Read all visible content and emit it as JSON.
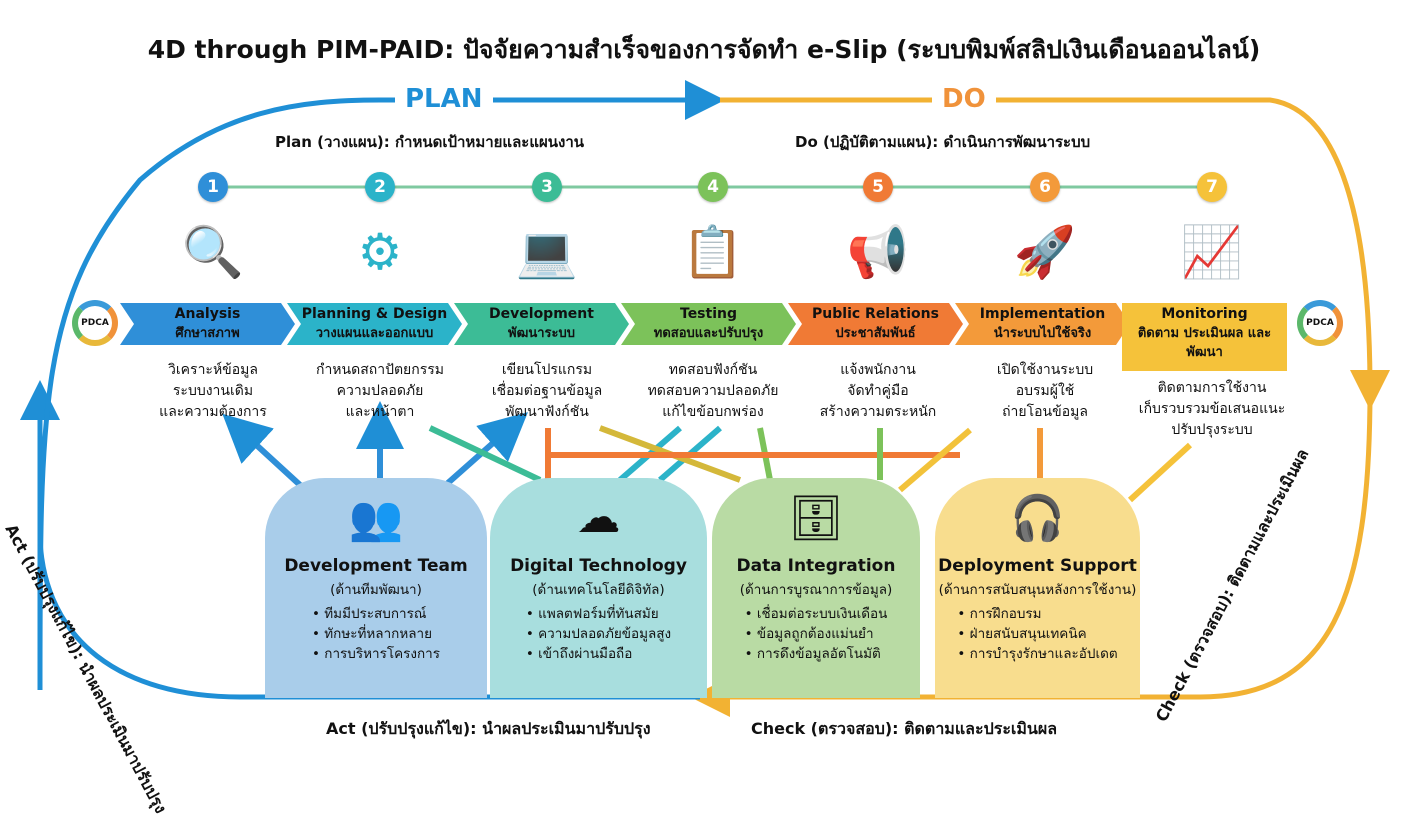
{
  "title": "4D through PIM-PAID: ปัจจัยความสำเร็จของการจัดทำ e-Slip (ระบบพิมพ์สลิปเงินเดือนออนไลน์)",
  "phases": {
    "plan": {
      "label": "PLAN",
      "subtitle": "Plan (วางแผน): กำหนดเป้าหมายและแผนงาน",
      "color": "#1f8fd6"
    },
    "do": {
      "label": "DO",
      "subtitle": "Do (ปฏิบัติตามแผน): ดำเนินการพัฒนาระบบ",
      "color": "#f0a030"
    },
    "act": {
      "label": "Act (ปรับปรุงแก้ไข): นำผลประเมินมาปรับปรุง"
    },
    "check": {
      "label": "Check (ตรวจสอบ): ติดตามและประเมินผล"
    }
  },
  "pdca_badge": "PDCA",
  "steps": [
    {
      "num": "1",
      "en": "Analysis",
      "th": "ศึกษาสภาพ",
      "desc": [
        "วิเคราะห์ข้อมูล",
        "ระบบงานเดิม",
        "และความต้องการ"
      ],
      "color": "#2f8fd8",
      "icon": "analysis-magnifier-icon"
    },
    {
      "num": "2",
      "en": "Planning & Design",
      "th": "วางแผนและออกแบบ",
      "desc": [
        "กำหนดสถาปัตยกรรม",
        "ความปลอดภัย",
        "และหน้าตา"
      ],
      "color": "#2bb3c9",
      "icon": "blueprint-gears-icon"
    },
    {
      "num": "3",
      "en": "Development",
      "th": "พัฒนาระบบ",
      "desc": [
        "เขียนโปรแกรม",
        "เชื่อมต่อฐานข้อมูล",
        "พัฒนาฟังก์ชัน"
      ],
      "color": "#3cbc96",
      "icon": "laptop-code-icon"
    },
    {
      "num": "4",
      "en": "Testing",
      "th": "ทดสอบและปรับปรุง",
      "desc": [
        "ทดสอบฟังก์ชัน",
        "ทดสอบความปลอดภัย",
        "แก้ไขข้อบกพร่อง"
      ],
      "color": "#7cc25a",
      "icon": "checklist-monitor-icon"
    },
    {
      "num": "5",
      "en": "Public Relations",
      "th": "ประชาสัมพันธ์",
      "desc": [
        "แจ้งพนักงาน",
        "จัดทำคู่มือ",
        "สร้างความตระหนัก"
      ],
      "color": "#f07a35",
      "icon": "megaphone-icon"
    },
    {
      "num": "6",
      "en": "Implementation",
      "th": "นำระบบไปใช้จริง",
      "desc": [
        "เปิดใช้งานระบบ",
        "อบรมผู้ใช้",
        "ถ่ายโอนข้อมูล"
      ],
      "color": "#f39a3a",
      "icon": "rocket-launch-icon"
    },
    {
      "num": "7",
      "en": "Monitoring",
      "th": "ติดตาม ประเมินผล และพัฒนา",
      "desc": [
        "ติดตามการใช้งาน",
        "เก็บรวบรวมข้อเสนอแนะ",
        "ปรับปรุงระบบ"
      ],
      "color": "#f5c23a",
      "icon": "dashboard-chart-icon"
    }
  ],
  "factors": [
    {
      "title": "Development Team",
      "subtitle": "(ด้านทีมพัฒนา)",
      "items": [
        "ทีมมีประสบการณ์",
        "ทักษะที่หลากหลาย",
        "การบริหารโครงการ"
      ],
      "color": "#a9cdea",
      "icon": "team-people-icon"
    },
    {
      "title": "Digital Technology",
      "subtitle": "(ด้านเทคโนโลยีดิจิทัล)",
      "items": [
        "แพลตฟอร์มที่ทันสมัย",
        "ความปลอดภัยข้อมูลสูง",
        "เข้าถึงผ่านมือถือ"
      ],
      "color": "#a8dede",
      "icon": "cloud-server-lock-icon"
    },
    {
      "title": "Data Integration",
      "subtitle": "(ด้านการบูรณาการข้อมูล)",
      "items": [
        "เชื่อมต่อระบบเงินเดือน",
        "ข้อมูลถูกต้องแม่นยำ",
        "การดึงข้อมูลอัตโนมัติ"
      ],
      "color": "#b9dba4",
      "icon": "database-network-icon"
    },
    {
      "title": "Deployment Support",
      "subtitle": "(ด้านการสนับสนุนหลังการใช้งาน)",
      "items": [
        "การฝึกอบรม",
        "ฝ่ายสนับสนุนเทคนิค",
        "การบำรุงรักษาและอัปเดต"
      ],
      "color": "#f8dd8e",
      "icon": "support-headset-icon"
    }
  ]
}
